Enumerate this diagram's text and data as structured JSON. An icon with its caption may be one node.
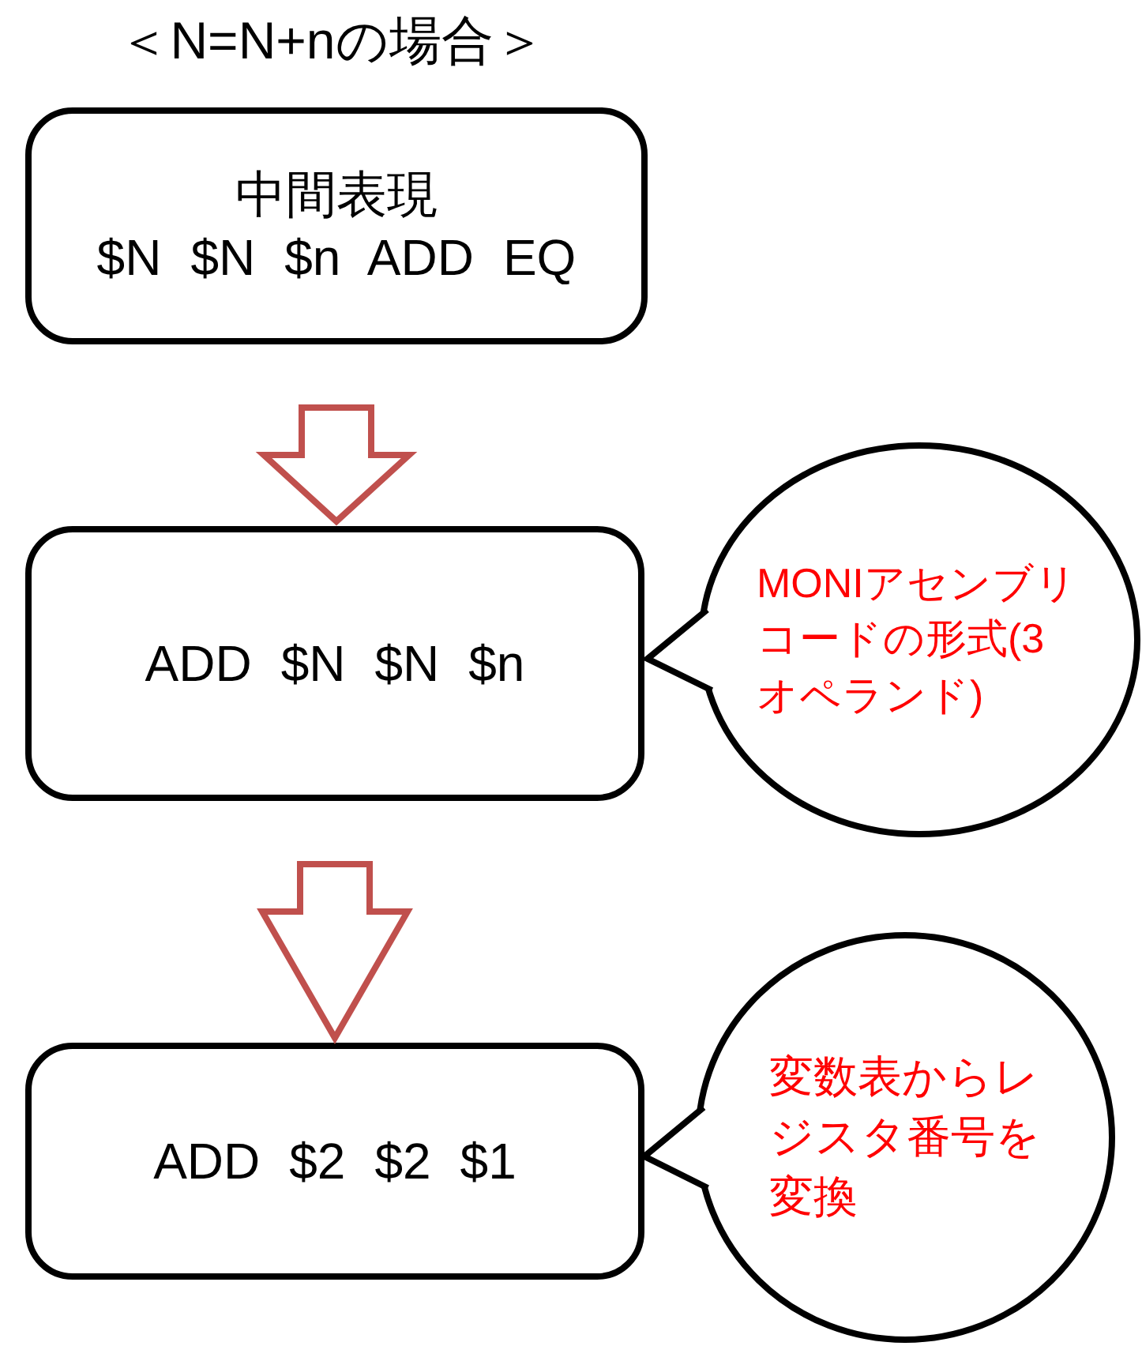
{
  "diagram": {
    "title": "＜N=N+nの場合＞",
    "nodes": [
      {
        "text": [
          "中間表現",
          "$N $N $n ADD EQ"
        ]
      },
      {
        "text": [
          "ADD $N $N $n"
        ]
      },
      {
        "text": [
          "MONIアセンブリコードの形式(3オペランド)"
        ]
      },
      {
        "text": [
          "ADD $2 $2 $1"
        ]
      },
      {
        "text": [
          "変数表からレジスタ番号を変換"
        ]
      }
    ],
    "edges": [
      {
        "from": 0,
        "to": 1,
        "arrow": "to",
        "style": "thick",
        "color": "#c0504d"
      },
      {
        "from": 1,
        "to": 3,
        "arrow": "to",
        "style": "thick",
        "color": "#c0504d"
      }
    ]
  }
}
